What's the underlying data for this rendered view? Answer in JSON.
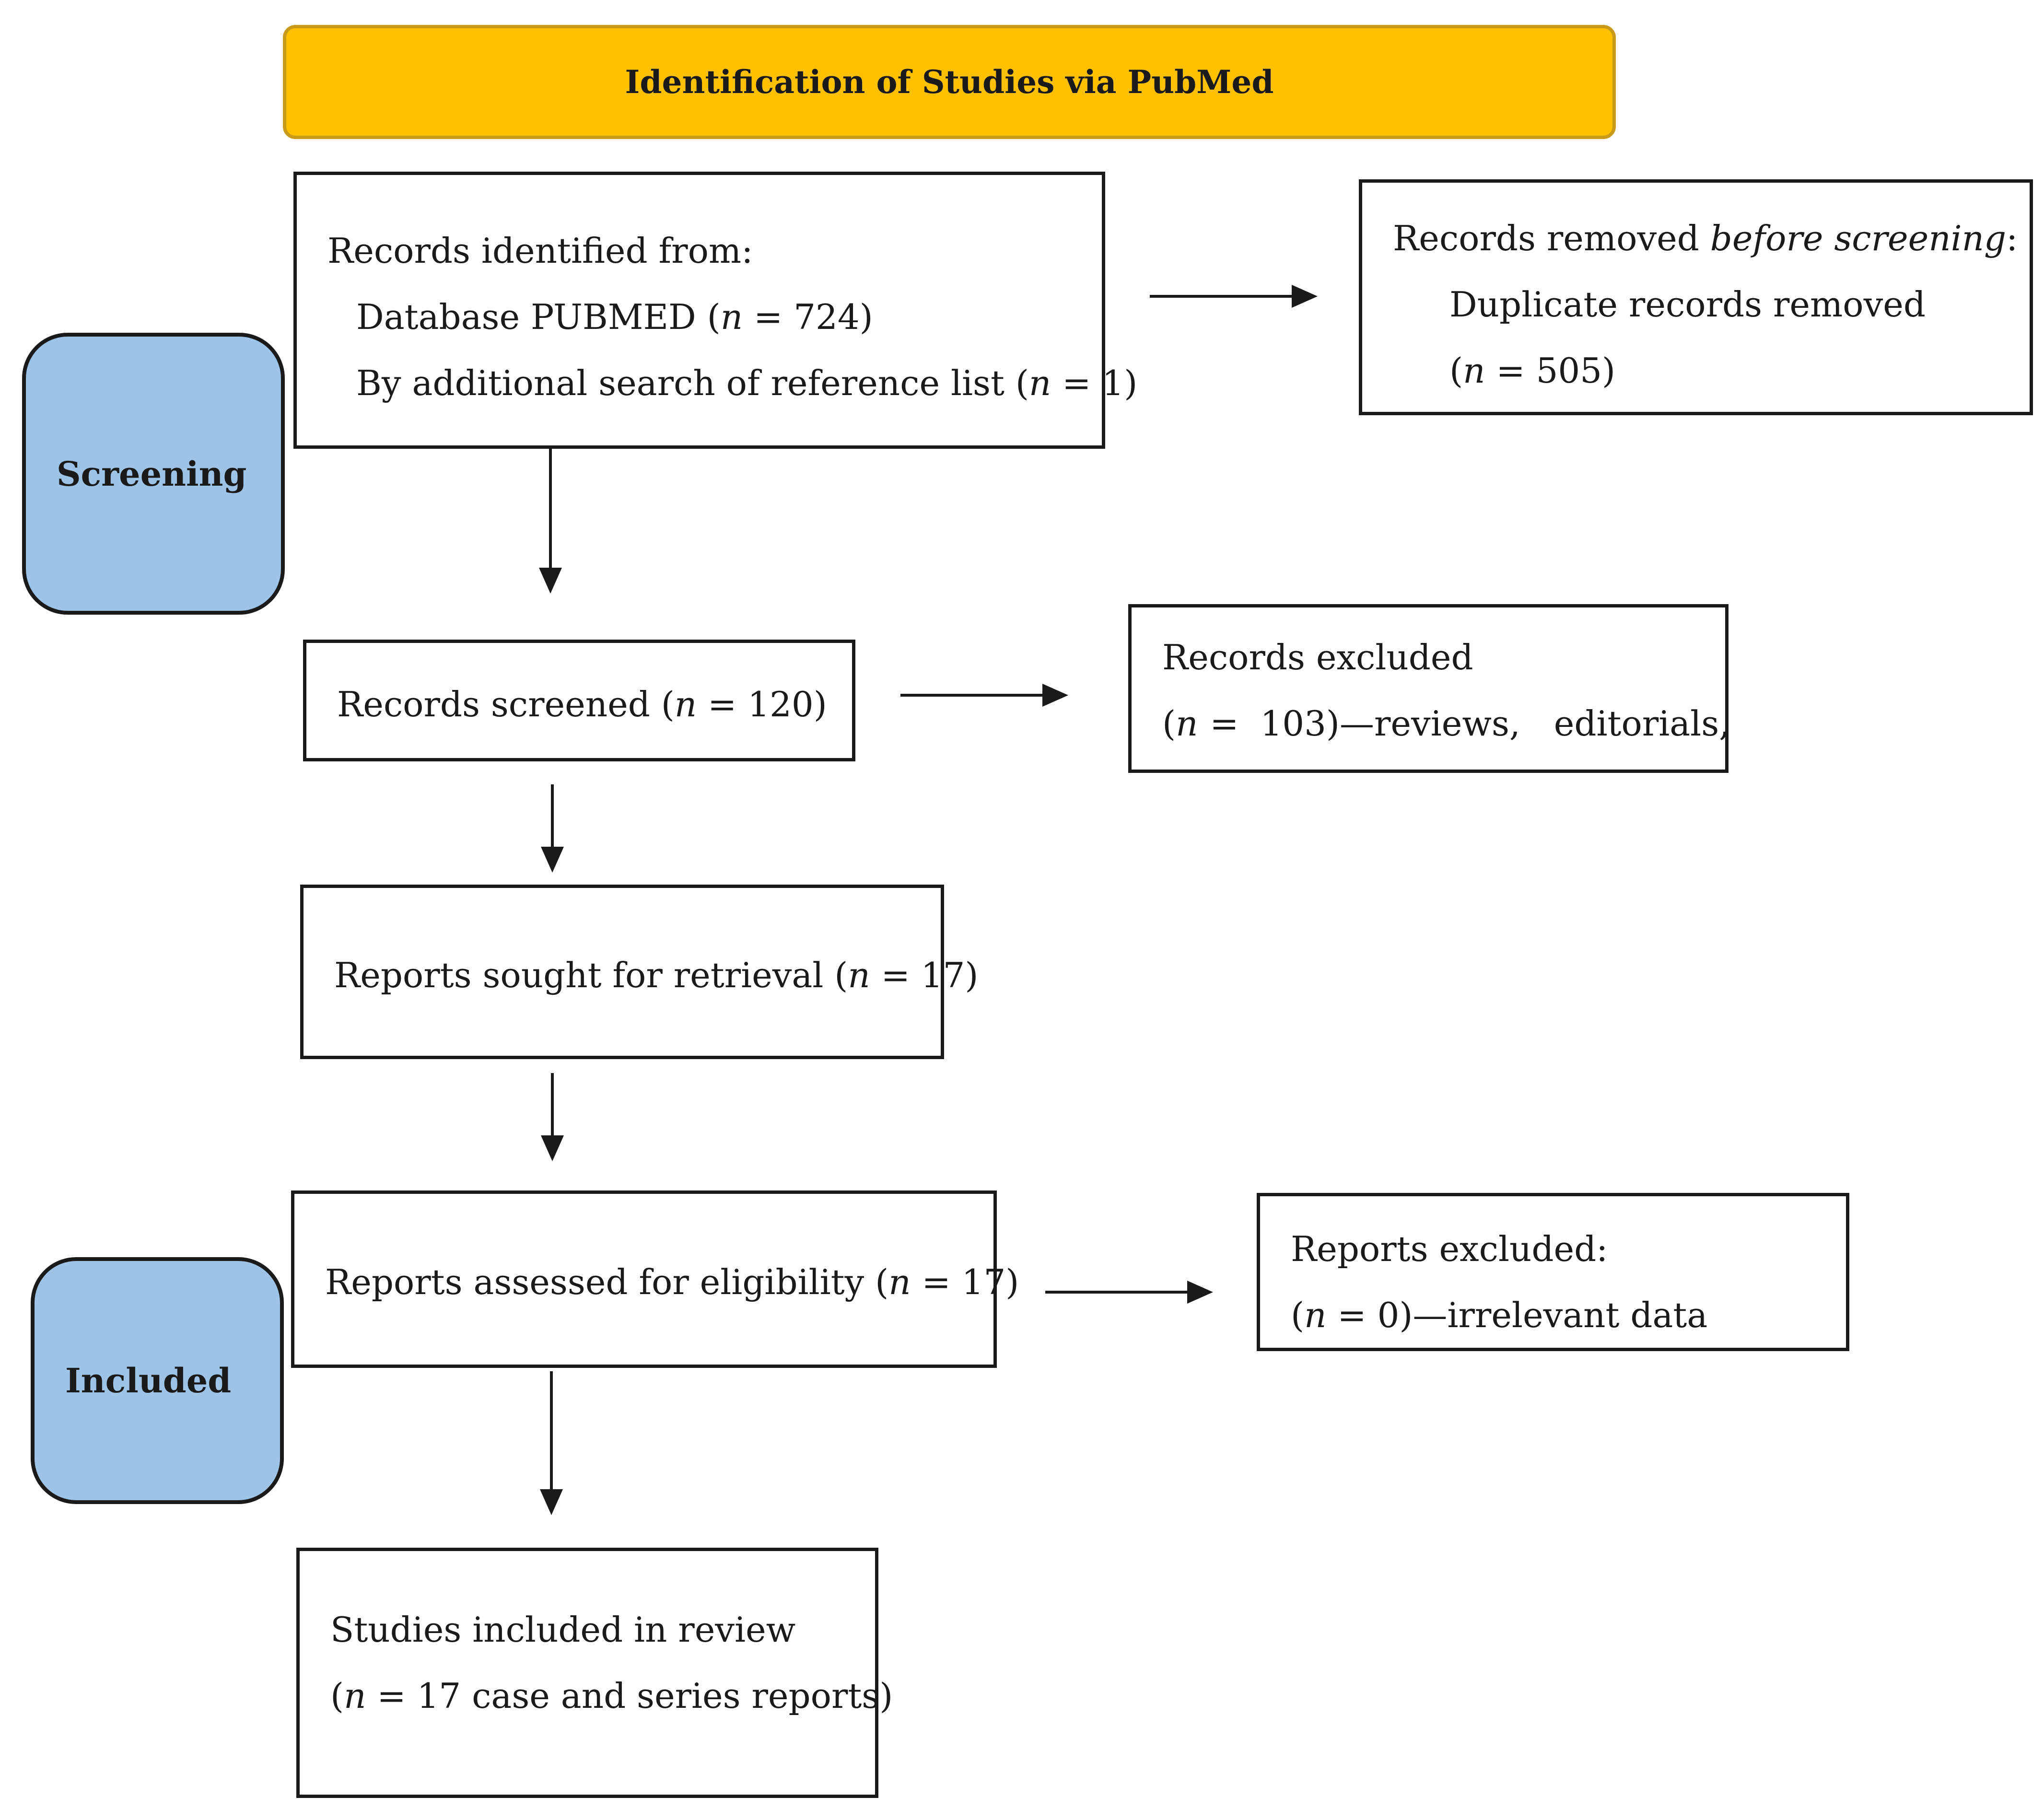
{
  "header": {
    "title": "Identification of Studies via PubMed"
  },
  "phases": {
    "screening": "Screening",
    "included": "Included"
  },
  "identified": {
    "heading": "Records identified from:",
    "db_prefix": "Database PUBMED (",
    "db_n": "n",
    "db_suffix": " = 724)",
    "ref_prefix": "By additional search of reference list (",
    "ref_n": "n",
    "ref_suffix": " = 1)"
  },
  "removed": {
    "prefix": "Records removed ",
    "italic": "before screening",
    "suffix": ":",
    "line2": "Duplicate records removed",
    "line3_open": "(",
    "line3_n": "n",
    "line3_rest": " = 505)"
  },
  "screened": {
    "prefix": "Records screened (",
    "n": "n",
    "suffix": " = 120)"
  },
  "excluded": {
    "heading": "Records excluded",
    "open": "(",
    "n": "n",
    "eq": "=",
    "rest": "103)—reviews,",
    "last": "editorials,"
  },
  "sought": {
    "prefix": "Reports sought for retrieval (",
    "n": "n",
    "suffix": " = 17)"
  },
  "assessed": {
    "prefix": "Reports assessed for eligibility (",
    "n": "n",
    "suffix": " = 17)"
  },
  "reports_excluded": {
    "heading": "Reports excluded:",
    "open": "(",
    "n": "n",
    "rest": " = 0)—irrelevant data"
  },
  "included": {
    "heading": "Studies included in review",
    "open": "(",
    "n": "n",
    "rest": " = 17 case and series reports)"
  }
}
